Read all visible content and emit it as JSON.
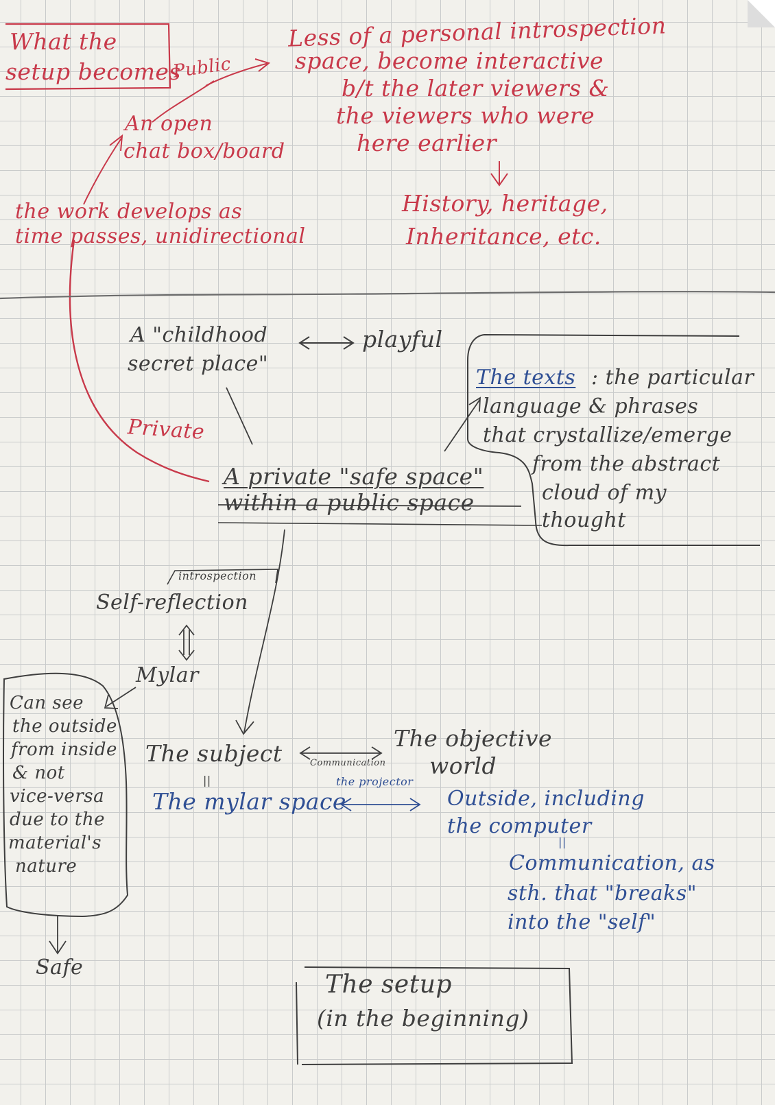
{
  "top_section": {
    "heading_line1": "What the",
    "heading_line2": "setup becomes",
    "public_label": "Public",
    "less_line1": "Less of a personal introspection",
    "less_line2": "space, become interactive",
    "less_line3": "b/t the later viewers &",
    "less_line4": "the viewers who were",
    "less_line5": "here earlier",
    "open_line1": "An open",
    "open_line2": "chat box/board",
    "history_line1": "History, heritage,",
    "history_line2": "Inheritance, etc.",
    "develops_line1": "the work develops as",
    "develops_line2": "time passes, unidirectional"
  },
  "middle_section": {
    "childhood_line1": "A \"childhood",
    "childhood_line2": "secret place\"",
    "playful": "playful",
    "private_red": "Private",
    "private_space_line1": "A private \"safe space\"",
    "private_space_line2": "within a public space",
    "texts_label": "The texts",
    "texts_line1": ": the particular",
    "texts_line2": "language & phrases",
    "texts_line3": "that crystallize/emerge",
    "texts_line4": "from the abstract",
    "texts_line5": "cloud of my",
    "texts_line6": "thought"
  },
  "lower_section": {
    "introspection": "introspection",
    "self_reflection": "Self-reflection",
    "mylar": "Mylar",
    "can_see_lines": [
      "Can see",
      "the outside",
      "from inside",
      "& not",
      "vice-versa",
      "due to the",
      "material's",
      "nature"
    ],
    "safe": "Safe",
    "subject": "The subject",
    "communication_small": "Communication",
    "objective_line1": "The objective",
    "objective_line2": "world",
    "equals_mark": "||",
    "mylar_space": "The mylar space",
    "projector": "the projector",
    "outside_line1": "Outside, including",
    "outside_line2": "the computer",
    "comm_line1": "Communication, as",
    "comm_line2": "sth. that \"breaks\"",
    "comm_line3": "into the \"self\"",
    "setup_line1": "The setup",
    "setup_line2": "(in the beginning)"
  }
}
